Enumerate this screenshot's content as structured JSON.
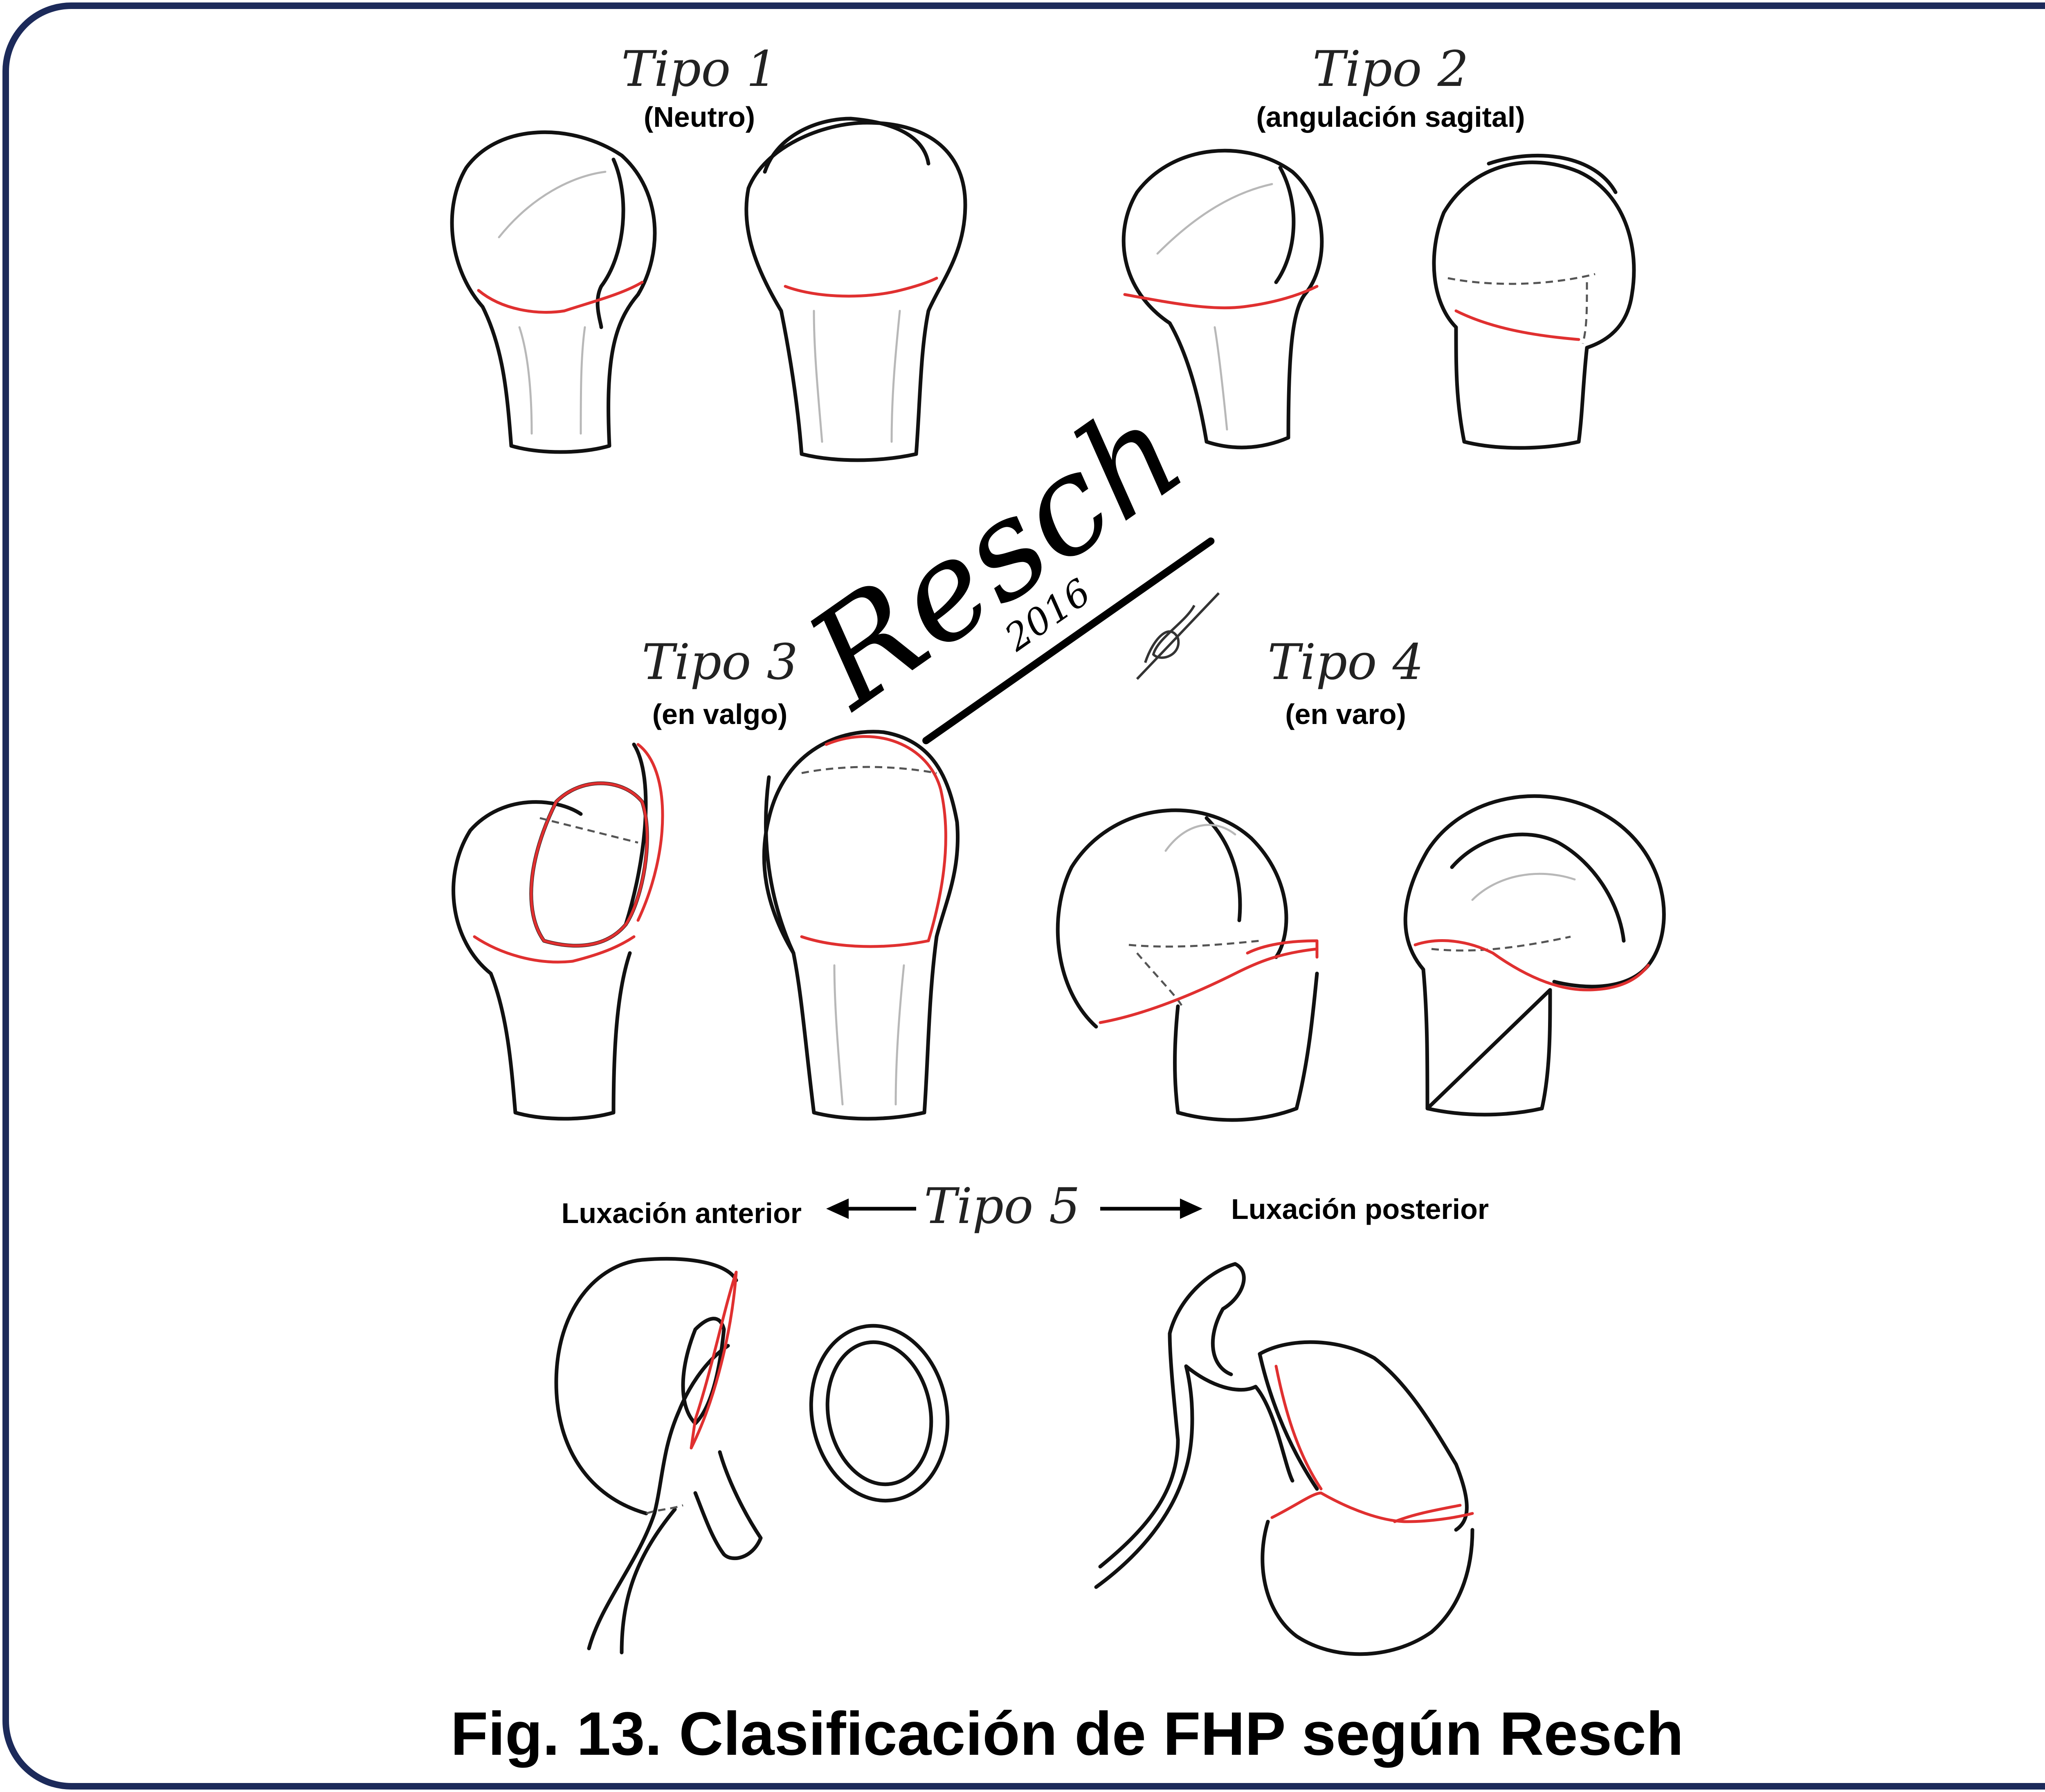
{
  "types": [
    {
      "title": "Tipo 1",
      "subtitle": "(Neutro)"
    },
    {
      "title": "Tipo 2",
      "subtitle": "(angulación sagital)"
    },
    {
      "title": "Tipo 3",
      "subtitle": "(en valgo)"
    },
    {
      "title": "Tipo 4",
      "subtitle": "(en varo)"
    },
    {
      "title": "Tipo 5"
    }
  ],
  "type5": {
    "left_label": "Luxación anterior",
    "right_label": "Luxación posterior"
  },
  "signature": {
    "text": "Resch",
    "year": "2016"
  },
  "caption": "Fig. 13. Clasificación de FHP según Resch",
  "colors": {
    "frame_border": "#1c2a5a",
    "fracture_line": "#e03030",
    "outline": "#111111",
    "faint_line": "#b8b8b8"
  }
}
